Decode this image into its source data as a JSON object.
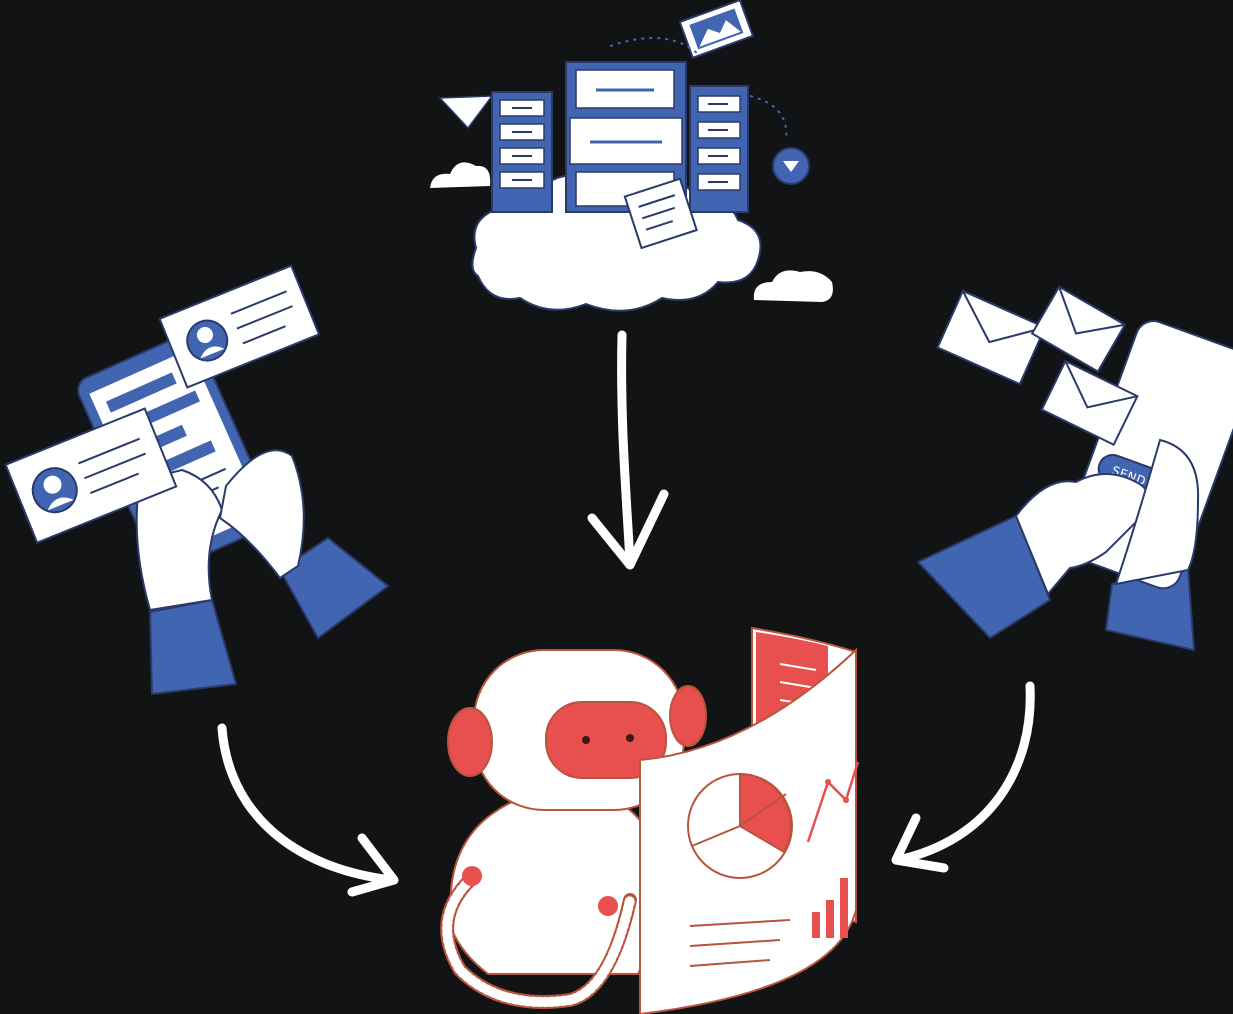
{
  "colors": {
    "background": "#121315",
    "blue": "#4265b1",
    "red": "#e84f4f",
    "outline_blue": "#2a3a6a",
    "outline_red": "#b9543d",
    "paper": "#ffffff"
  },
  "illustrations": {
    "top": {
      "name": "cloud-file-storage",
      "icons": [
        "cloud-icon",
        "file-cabinet-icon",
        "document-icon",
        "photo-icon",
        "paper-plane-icon",
        "download-icon"
      ]
    },
    "left": {
      "name": "hands-holding-tablet-with-profile-cards",
      "icons": [
        "tablet-icon",
        "profile-card-icon",
        "avatar-icon"
      ]
    },
    "right": {
      "name": "hand-sending-emails-from-phone",
      "send_button_label": "SEND",
      "icons": [
        "phone-icon",
        "envelope-icon"
      ]
    },
    "bottom": {
      "name": "robot-with-analytics-report",
      "icons": [
        "robot-icon",
        "pie-chart-icon",
        "bar-chart-icon",
        "line-chart-icon"
      ]
    }
  },
  "arrows": [
    {
      "name": "arrow-left-to-robot",
      "from": "left",
      "to": "bottom"
    },
    {
      "name": "arrow-top-to-robot",
      "from": "top",
      "to": "bottom"
    },
    {
      "name": "arrow-right-to-robot",
      "from": "right",
      "to": "bottom"
    }
  ]
}
